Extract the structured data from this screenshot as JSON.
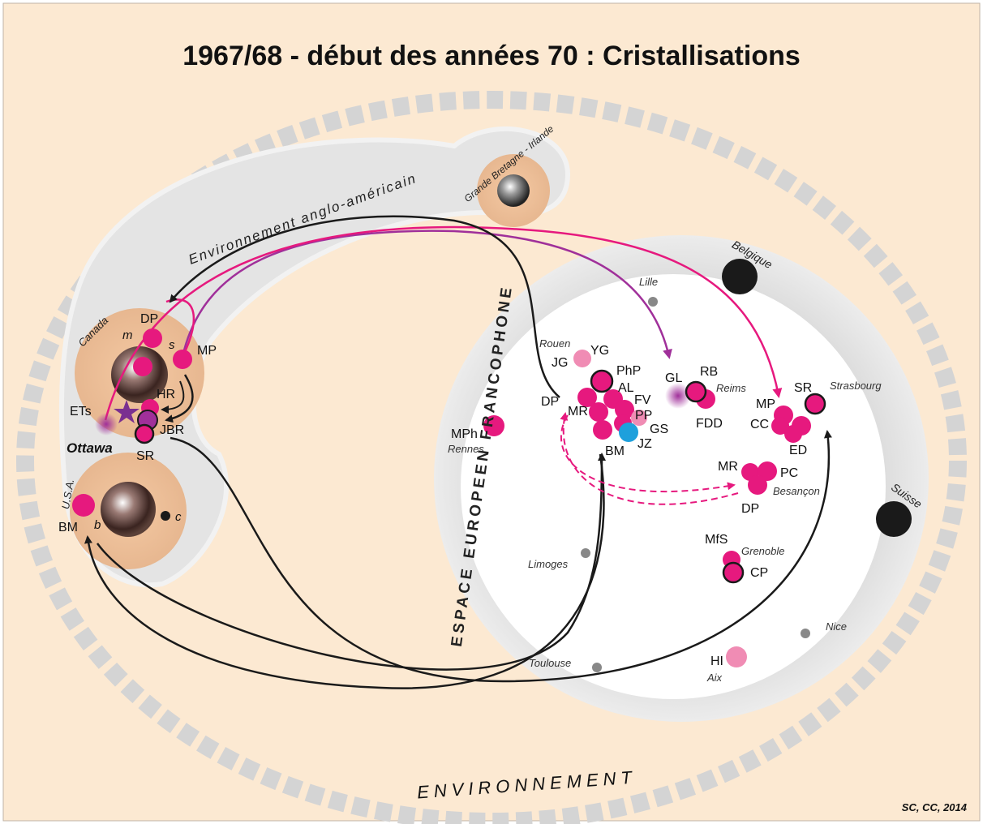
{
  "title": "1967/68 - début des années 70 : Cristallisations",
  "credit": "SC, CC, 2014",
  "zones": {
    "environment": "ENVIRONNEMENT",
    "anglo": "Environnement anglo-américain",
    "europe": "ESPACE EUROPEEN FRANCOPHONE",
    "gb": "Grande Bretagne - Irlande",
    "canada": "Canada",
    "usa": "U.S.A.",
    "ottawa": "Ottawa",
    "belgique": "Belgique",
    "suisse": "Suisse"
  },
  "cities": {
    "lille": "Lille",
    "rouen": "Rouen",
    "rennes": "Rennes",
    "reims": "Reims",
    "strasbourg": "Strasbourg",
    "besancon": "Besançon",
    "grenoble": "Grenoble",
    "limoges": "Limoges",
    "nice": "Nice",
    "toulouse": "Toulouse",
    "aix": "Aix"
  },
  "people": {
    "dp_ca": "DP",
    "m": "m",
    "s": "s",
    "mp_ca": "MP",
    "hr": "HR",
    "ets": "ETs",
    "jbr": "JBR",
    "sr_ca": "SR",
    "bm_us": "BM",
    "b": "b",
    "c": "c",
    "yg": "YG",
    "jg": "JG",
    "php": "PhP",
    "al": "AL",
    "dp_paris": "DP",
    "fv": "FV",
    "mr_paris": "MR",
    "pp": "PP",
    "gs": "GS",
    "jz": "JZ",
    "bm_paris": "BM",
    "mph": "MPh",
    "gl": "GL",
    "rb": "RB",
    "fdd": "FDD",
    "sr_str": "SR",
    "mp_str": "MP",
    "cc": "CC",
    "ed": "ED",
    "mr_bes": "MR",
    "pc": "PC",
    "dp_bes": "DP",
    "mfs": "MfS",
    "cp": "CP",
    "hi": "HI"
  },
  "colors": {
    "background": "#fce9d2",
    "magenta": "#e6197e",
    "pink": "#f08cb4",
    "purple": "#a0309a",
    "blue": "#1ea0dc",
    "grey": "#d8d8d8",
    "dark": "#1a1a1a"
  }
}
